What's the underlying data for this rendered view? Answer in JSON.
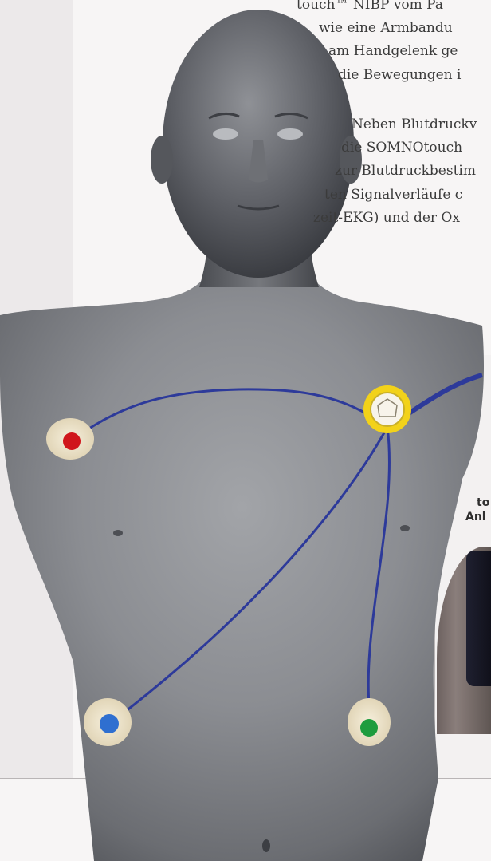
{
  "body_text": {
    "paragraph_1": [
      "touch™ NIBP vom Pa",
      "wie eine Armbandu",
      "am Handgelenk ge",
      "die Bewegungen i"
    ],
    "paragraph_2": [
      "Neben Blutdruckv",
      "die SOMNOtouch",
      "zur Blutdruckbestim",
      "ten Signalverläufe c",
      "zeit-EKG) und der Ox"
    ]
  },
  "caption": {
    "line_1": "to",
    "line_2": "Anl"
  },
  "colors": {
    "electrode_red": "#d0161b",
    "electrode_blue": "#2f6fd0",
    "electrode_green": "#1e9c3e",
    "lead_wire": "#2d3a9a",
    "sensor_ring": "#f2d21a"
  }
}
